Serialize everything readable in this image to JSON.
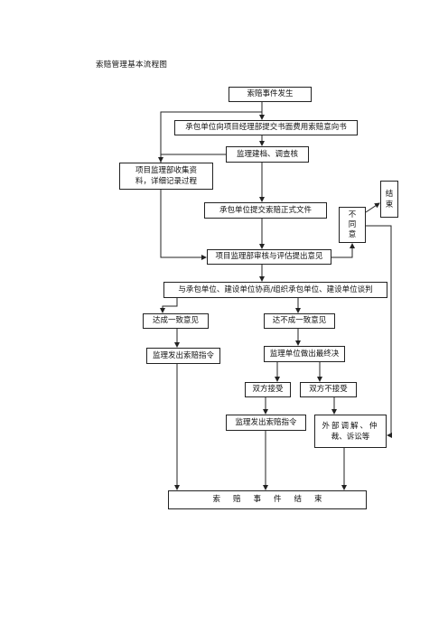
{
  "title": "索赔管理基本流程图",
  "nodes": {
    "event": "索赔事件发生",
    "submit_intent": "承包单位向项目经理部提交书面费用索赔意向书",
    "supervise": "监理建档、调查核",
    "collect_line1": "项目监理部收集资",
    "collect_line2": "料，详细记录过程",
    "formal_doc": "承包单位提交索赔正式文件",
    "disagree": "不同意",
    "end_small": "结束",
    "review": "项目监理部审核与评估提出意见",
    "negotiate": "与承包单位、建设单位协商/组织承包单位、建设单位谈判",
    "agree": "达成一致意见",
    "not_agree": "达不成一致意见",
    "instruction1": "监理发出索赔指令",
    "final_decision": "监理单位做出最终决",
    "both_accept": "双方接受",
    "both_reject": "双方不接受",
    "instruction2": "监理发出索赔指令",
    "external_line1": "外部调解、仲",
    "external_line2": "裁、诉讼等",
    "final_end": "索赔事件结束"
  }
}
